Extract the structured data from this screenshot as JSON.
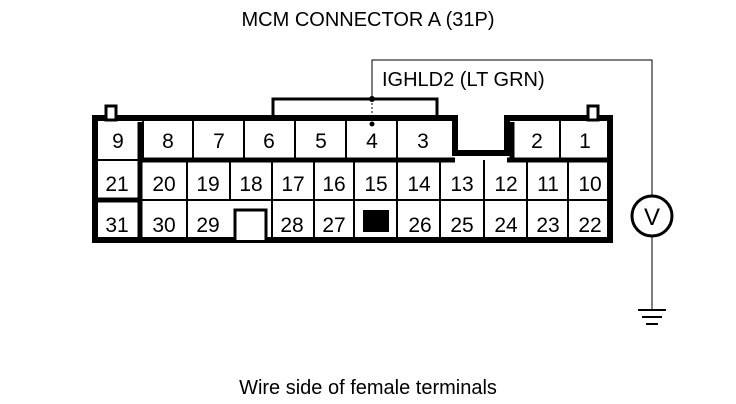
{
  "title": "MCM CONNECTOR A (31P)",
  "wire_label": "IGHLD2 (LT GRN)",
  "caption": "Wire side of female terminals",
  "meter_symbol": "V",
  "meter_icon": "voltmeter-icon",
  "ground_icon": "ground-icon",
  "probe_pin": "4",
  "cavities": {
    "row1": [
      "9",
      "8",
      "7",
      "6",
      "5",
      "4",
      "3",
      "2",
      "1"
    ],
    "row2": [
      "21",
      "20",
      "19",
      "18",
      "17",
      "16",
      "15",
      "14",
      "13",
      "12",
      "11",
      "10"
    ],
    "row3": [
      "31",
      "30",
      "29",
      "28",
      "27",
      "26",
      "25",
      "24",
      "23",
      "22"
    ]
  }
}
